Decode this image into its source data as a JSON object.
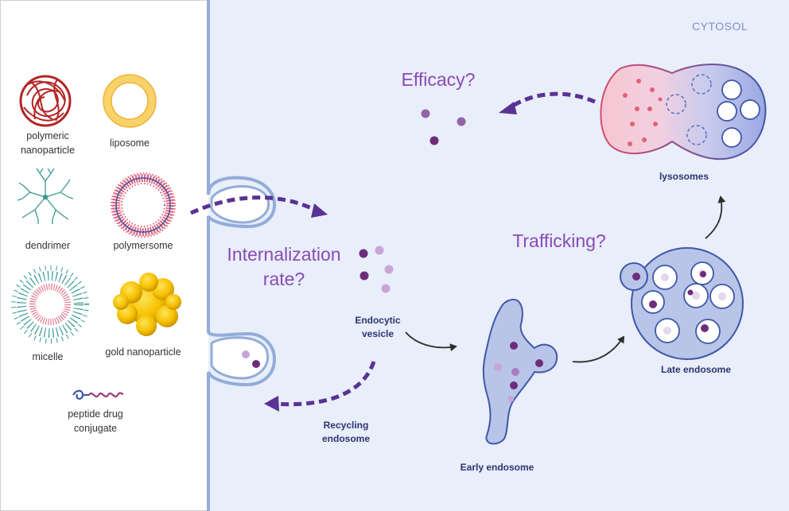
{
  "colors": {
    "cytosol": "#e8eefa",
    "membrane": "#93acd8",
    "arrow_dashed": "#5a3294",
    "arrow_solid": "#2e2e2e",
    "compartment_fill": "#b8c5e8",
    "compartment_stroke": "#3f57a8",
    "cargo_dark": "#6d2d7a",
    "cargo_light": "#c7a6d6",
    "lysosome_red": "#e0617a",
    "gold": "#f5c000",
    "question_text": "#8b4bb5"
  },
  "region_label": "CYTOSOL",
  "carriers": {
    "polymeric": "polymeric\nnanoparticle",
    "liposome": "liposome",
    "dendrimer": "dendrimer",
    "polymersome": "polymersome",
    "micelle": "micelle",
    "gold": "gold nanoparticle",
    "peptide": "peptide drug\nconjugate"
  },
  "questions": {
    "internalization": "Internalization\nrate?",
    "efficacy": "Efficacy?",
    "trafficking": "Trafficking?"
  },
  "compartments": {
    "endocytic_vesicle": "Endocytic\nvesicle",
    "recycling_endosome": "Recycling\nendosome",
    "early_endosome": "Early endosome",
    "late_endosome": "Late endosome",
    "lysosomes": "lysosomes"
  }
}
